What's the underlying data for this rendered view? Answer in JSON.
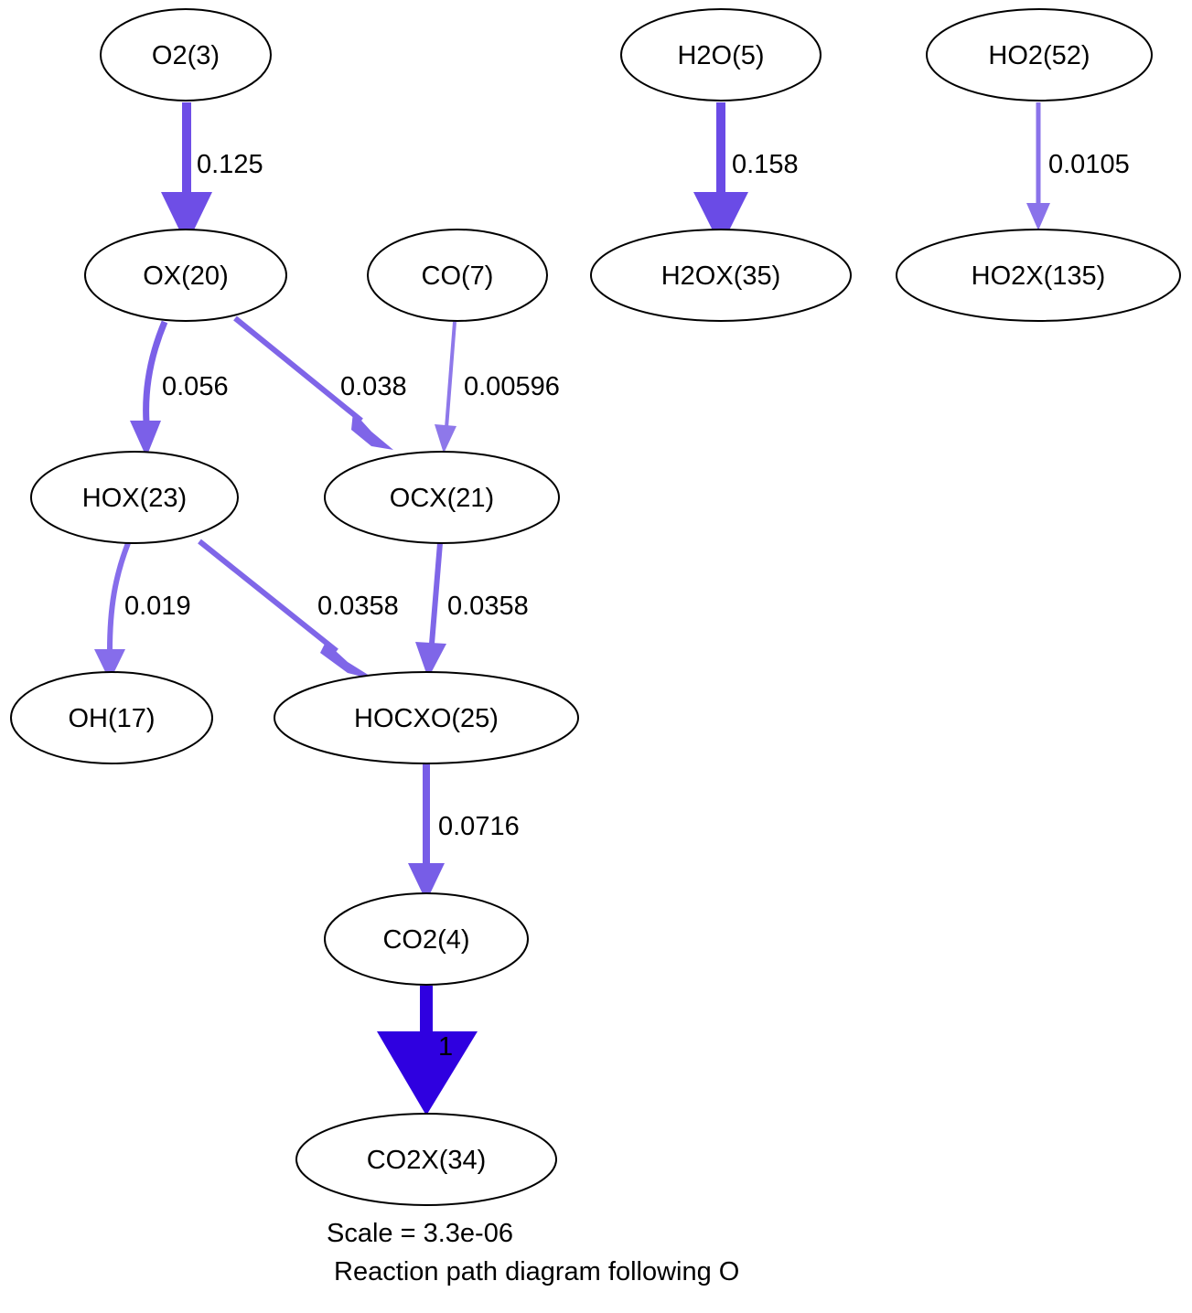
{
  "nodes": [
    {
      "id": "O2",
      "label": "O2(3)"
    },
    {
      "id": "H2O",
      "label": "H2O(5)"
    },
    {
      "id": "HO2",
      "label": "HO2(52)"
    },
    {
      "id": "OX",
      "label": "OX(20)"
    },
    {
      "id": "CO",
      "label": "CO(7)"
    },
    {
      "id": "H2OX",
      "label": "H2OX(35)"
    },
    {
      "id": "HO2X",
      "label": "HO2X(135)"
    },
    {
      "id": "HOX",
      "label": "HOX(23)"
    },
    {
      "id": "OCX",
      "label": "OCX(21)"
    },
    {
      "id": "OH",
      "label": "OH(17)"
    },
    {
      "id": "HOCXO",
      "label": "HOCXO(25)"
    },
    {
      "id": "CO2",
      "label": "CO2(4)"
    },
    {
      "id": "CO2X",
      "label": "CO2X(34)"
    }
  ],
  "edges": [
    {
      "from": "O2",
      "to": "OX",
      "label": "0.125",
      "color": "#6e4ee6"
    },
    {
      "from": "H2O",
      "to": "H2OX",
      "label": "0.158",
      "color": "#6a4be6"
    },
    {
      "from": "HO2",
      "to": "HO2X",
      "label": "0.0105",
      "color": "#8a73ea"
    },
    {
      "from": "OX",
      "to": "HOX",
      "label": "0.056",
      "color": "#7b60e8"
    },
    {
      "from": "OX",
      "to": "OCX",
      "label": "0.038",
      "color": "#7f65e8"
    },
    {
      "from": "CO",
      "to": "OCX",
      "label": "0.00596",
      "color": "#8e78ea"
    },
    {
      "from": "HOX",
      "to": "OH",
      "label": "0.019",
      "color": "#866deb"
    },
    {
      "from": "HOX",
      "to": "HOCXO",
      "label": "0.0358",
      "color": "#7f66e8"
    },
    {
      "from": "OCX",
      "to": "HOCXO",
      "label": "0.0358",
      "color": "#7f66e8"
    },
    {
      "from": "HOCXO",
      "to": "CO2",
      "label": "0.0716",
      "color": "#775de7"
    },
    {
      "from": "CO2",
      "to": "CO2X",
      "label": "1",
      "color": "#2f00e0"
    }
  ],
  "caption": {
    "scale": "Scale = 3.3e-06",
    "title": " Reaction path diagram following O"
  }
}
